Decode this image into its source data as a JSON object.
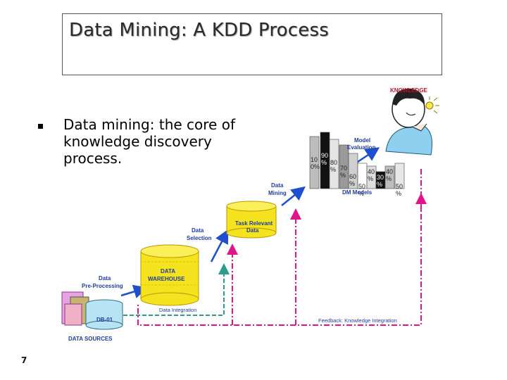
{
  "slide": {
    "title": "Data Mining: A KDD Process",
    "bullet_text": "Data mining: the core of knowledge discovery process.",
    "page_number": "7"
  },
  "diagram": {
    "knowledge_label": "KNOWLEDGE",
    "model_evaluation_label_1": "Model",
    "model_evaluation_label_2": "Evaluation",
    "dm_models_label": "DM Models",
    "data_mining_label_1": "Data",
    "data_mining_label_2": "Mining",
    "task_relevant_label_1": "Task Relevant",
    "task_relevant_label_2": "Data",
    "data_selection_label_1": "Data",
    "data_selection_label_2": "Selection",
    "data_warehouse_label_1": "DATA",
    "data_warehouse_label_2": "WAREHOUSE",
    "preprocessing_label_1": "Data",
    "preprocessing_label_2": "Pre-Processing",
    "data_integration_label": "Data Integration",
    "feedback_label": "Feedback: Knowledge Integration",
    "data_sources_label": "DATA SOURCES",
    "db01_label": "DB-01",
    "bar_labels": [
      {
        "line1": "10",
        "line2": "0%"
      },
      {
        "line1": "90",
        "line2": "%"
      },
      {
        "line1": "80",
        "line2": "%"
      },
      {
        "line1": "70",
        "line2": "%"
      },
      {
        "line1": "60",
        "line2": "%"
      },
      {
        "line1": "50",
        "line2": "%"
      },
      {
        "line1": "40",
        "line2": "%"
      },
      {
        "line1": "30",
        "line2": "%"
      },
      {
        "line1": "40",
        "line2": "%"
      },
      {
        "line1": "50",
        "line2": "%"
      }
    ],
    "colors": {
      "arrow_blue": "#1f4fd0",
      "cylinder_yellow": "#f4e31e",
      "feedback_pink": "#e0158c",
      "integration_green": "#2e9a8a"
    }
  }
}
